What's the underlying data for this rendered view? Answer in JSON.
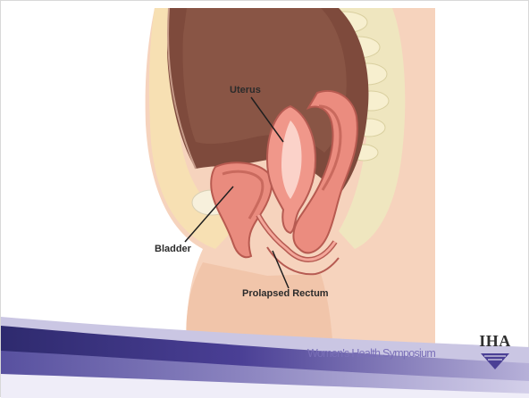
{
  "labels": {
    "uterus": "Uterus",
    "bladder": "Bladder",
    "rectum": "Prolapsed Rectum"
  },
  "footer": {
    "brand": "Women's Health Symposium",
    "logo": "IHA"
  },
  "colors": {
    "accent": "#4a3f95",
    "brand_text": "#7a6fb8"
  }
}
